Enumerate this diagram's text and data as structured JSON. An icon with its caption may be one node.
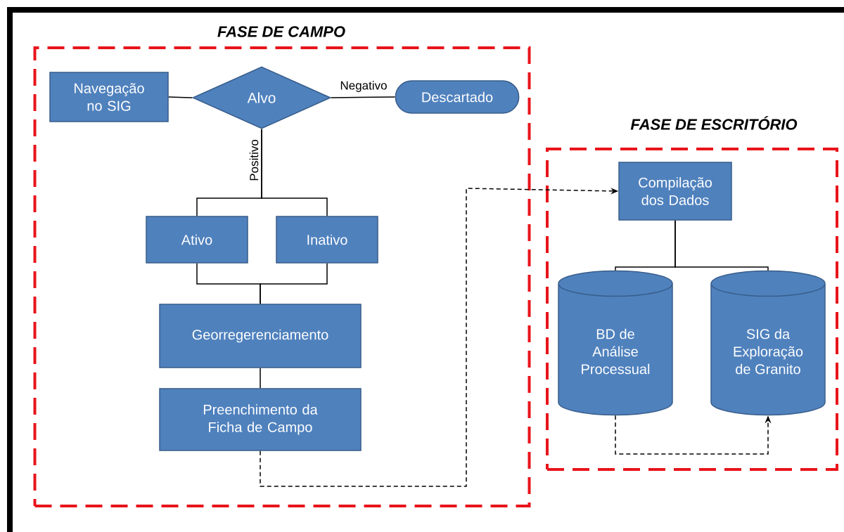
{
  "diagram": {
    "nodes": [
      {
        "text": [
          "FASE DE CAMPO"
        ]
      },
      {
        "text": [
          "Navegação no SIG"
        ],
        "in": 0
      },
      {
        "text": [
          "Alvo"
        ],
        "in": 0
      },
      {
        "text": [
          "Descartado"
        ],
        "in": 0
      },
      {
        "text": [
          "Ativo"
        ],
        "in": 0
      },
      {
        "text": [
          "Inativo"
        ],
        "in": 0
      },
      {
        "text": [
          "Georregerenciamento"
        ],
        "in": 0
      },
      {
        "text": [
          "Preenchimento da Ficha de Campo"
        ],
        "in": 0
      },
      {
        "text": [
          "FASE DE ESCRITÓRIO"
        ]
      },
      {
        "text": [
          "Compilação dos Dados"
        ],
        "in": 8
      },
      {
        "text": [
          "BD de Análise Processual"
        ],
        "in": 8
      },
      {
        "text": [
          "SIG da Exploração de Granito"
        ],
        "in": 8
      }
    ],
    "edges": [
      {
        "from": 1,
        "to": 2,
        "arrow": "none"
      },
      {
        "from": 2,
        "to": 3,
        "arrow": "none",
        "label": "Negativo"
      },
      {
        "from": 2,
        "to": 4,
        "arrow": "none",
        "label": "Positivo"
      },
      {
        "from": 2,
        "to": 5,
        "arrow": "none"
      },
      {
        "from": 4,
        "to": 6,
        "arrow": "none"
      },
      {
        "from": 5,
        "to": 6,
        "arrow": "none"
      },
      {
        "from": 6,
        "to": 7,
        "arrow": "none"
      },
      {
        "from": 7,
        "to": 9,
        "arrow": "to",
        "style": "dashed"
      },
      {
        "from": 9,
        "to": 10,
        "arrow": "none"
      },
      {
        "from": 9,
        "to": 11,
        "arrow": "none"
      },
      {
        "from": 10,
        "to": 11,
        "arrow": "to",
        "style": "dashed"
      }
    ]
  }
}
